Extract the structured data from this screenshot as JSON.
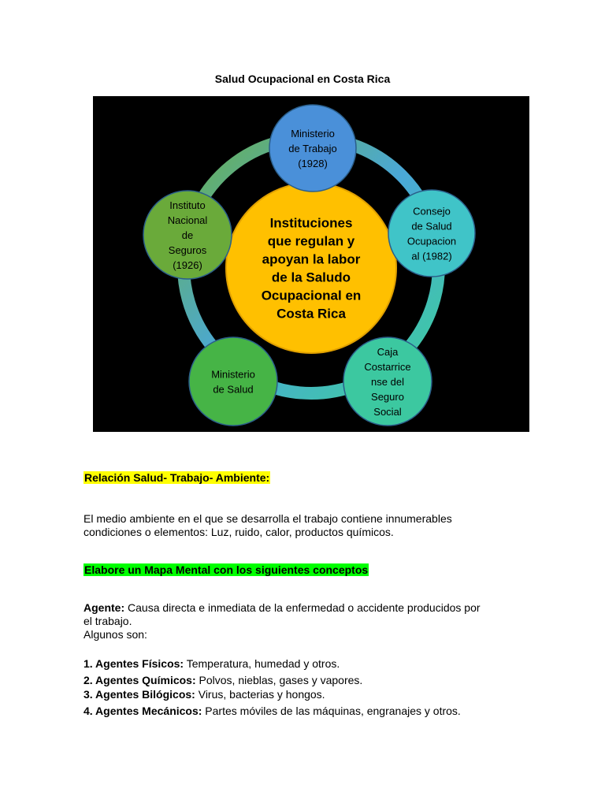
{
  "title": "Salud Ocupacional en Costa Rica",
  "diagram": {
    "center": [
      "Instituciones",
      "que regulan y",
      "apoyan la labor",
      "de la Saludo",
      "Ocupacional en",
      "Costa Rica"
    ],
    "nodes": [
      {
        "id": "ministerio-trabajo",
        "lines": [
          "Ministerio",
          "de Trabajo",
          "(1928)"
        ]
      },
      {
        "id": "consejo-salud",
        "lines": [
          "Consejo",
          "de Salud",
          "Ocupacion",
          "al (1982)"
        ]
      },
      {
        "id": "caja-costarricense",
        "lines": [
          "Caja",
          "Costarrice",
          "nse del",
          "Seguro",
          "Social"
        ]
      },
      {
        "id": "ministerio-salud",
        "lines": [
          "Ministerio",
          "de Salud"
        ]
      },
      {
        "id": "instituto-seguros",
        "lines": [
          "Instituto",
          "Nacional",
          "de",
          "Seguros",
          "(1926)"
        ]
      }
    ],
    "colors": {
      "center": "#ffc000",
      "ministerio-trabajo": "#4a90d9",
      "consejo-salud": "#40c4c8",
      "caja-costarricense": "#3cc8a0",
      "ministerio-salud": "#46b446",
      "instituto-seguros": "#6aaa3a"
    }
  },
  "section1": {
    "heading": "Relación Salud- Trabajo- Ambiente:",
    "text_line1": "El medio ambiente en el que se desarrolla el trabajo contiene innumerables",
    "text_line2": "condiciones o elementos: Luz, ruido, calor, productos químicos."
  },
  "section2": {
    "heading": "Elabore un Mapa Mental con los siguientes conceptos",
    "agente_label": "Agente:",
    "agente_text1": " Causa directa e inmediata de la enfermedad o accidente producidos por",
    "agente_text2": "el trabajo.",
    "algunos": "Algunos son:",
    "items": [
      {
        "label": "1. Agentes Físicos:",
        "text": " Temperatura, humedad y otros."
      },
      {
        "label": "2. Agentes Químicos:",
        "text": " Polvos, nieblas, gases y vapores."
      },
      {
        "label": "3. Agentes Bilógicos:",
        "text": " Virus, bacterias y hongos."
      },
      {
        "label": "4. Agentes Mecánicos:",
        "text": " Partes móviles de las máquinas, engranajes y otros."
      }
    ]
  }
}
